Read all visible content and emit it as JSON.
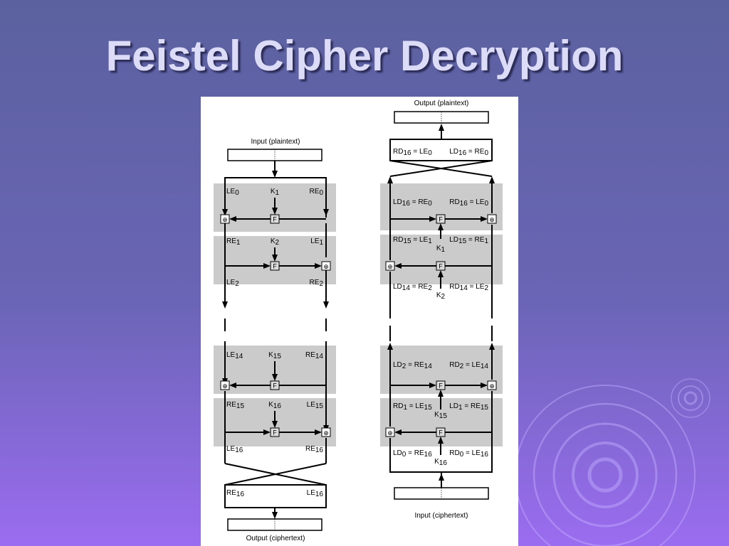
{
  "slide": {
    "title": "Feistel Cipher Decryption"
  },
  "encryption": {
    "input_label": "Input (plaintext)",
    "output_label": "Output (ciphertext)",
    "f_label": "F",
    "xor_symbol": "⊕",
    "rounds": [
      {
        "left": [
          "LE",
          "0"
        ],
        "key": [
          "K",
          "1"
        ],
        "right": [
          "RE",
          "0"
        ],
        "f_to": "left"
      },
      {
        "left": [
          "RE",
          "1"
        ],
        "key": [
          "K",
          "2"
        ],
        "right": [
          "LE",
          "1"
        ],
        "f_to": "right"
      },
      {
        "left": [
          "LE",
          "14"
        ],
        "key": [
          "K",
          "15"
        ],
        "right": [
          "RE",
          "14"
        ],
        "f_to": "left"
      },
      {
        "left": [
          "RE",
          "15"
        ],
        "key": [
          "K",
          "16"
        ],
        "right": [
          "LE",
          "15"
        ],
        "f_to": "right"
      }
    ],
    "bottoms": [
      [
        "LE",
        "2"
      ],
      [
        "RE",
        "2"
      ],
      [
        "LE",
        "16"
      ],
      [
        "RE",
        "16"
      ]
    ],
    "swap": {
      "left": [
        "RE",
        "16"
      ],
      "right": [
        "LE",
        "16"
      ]
    }
  },
  "decryption": {
    "output_label": "Output (plaintext)",
    "input_label": "Input (ciphertext)",
    "f_label": "F",
    "xor_symbol": "⊕",
    "swap": {
      "left": [
        "RD",
        "16",
        " = LE",
        "0"
      ],
      "right": [
        "LD",
        "16",
        " = RE",
        "0"
      ]
    },
    "labels": [
      [
        "LD",
        "16",
        " = RE",
        "0"
      ],
      [
        "RD",
        "16",
        " = LE",
        "0"
      ],
      [
        "RD",
        "15",
        " = LE",
        "1"
      ],
      [
        "LD",
        "15",
        " = RE",
        "1"
      ],
      [
        "LD",
        "14",
        " = RE",
        "2"
      ],
      [
        "RD",
        "14",
        " = LE",
        "2"
      ],
      [
        "LD",
        "2",
        " = RE",
        "14"
      ],
      [
        "RD",
        "2",
        " = LE",
        "14"
      ],
      [
        "RD",
        "1",
        " = LE",
        "15"
      ],
      [
        "LD",
        "1",
        " = RE",
        "15"
      ],
      [
        "LD",
        "0",
        " = RE",
        "16"
      ],
      [
        "RD",
        "0",
        " = LE",
        "16"
      ]
    ],
    "keys": [
      [
        "K",
        "1"
      ],
      [
        "K",
        "2"
      ],
      [
        "K",
        "15"
      ],
      [
        "K",
        "16"
      ]
    ]
  }
}
